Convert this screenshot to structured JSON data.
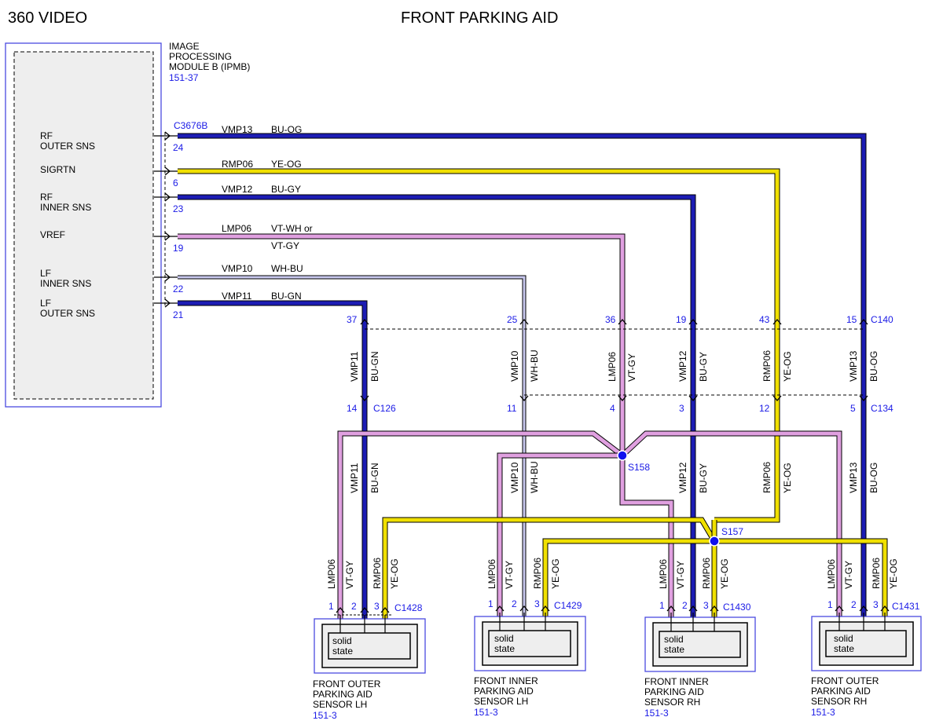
{
  "header": {
    "left_title": "360 VIDEO",
    "center_title": "FRONT PARKING AID"
  },
  "module": {
    "name_lines": [
      "IMAGE",
      "PROCESSING",
      "MODULE B (IPMB)"
    ],
    "ref": "151-37",
    "connector": "C3676B",
    "pins": [
      {
        "label1": "RF",
        "label2": "OUTER SNS",
        "pin": "24"
      },
      {
        "label1": "SIGRTN",
        "label2": "",
        "pin": "6"
      },
      {
        "label1": "RF",
        "label2": "INNER SNS",
        "pin": "23"
      },
      {
        "label1": "VREF",
        "label2": "",
        "pin": "19"
      },
      {
        "label1": "LF",
        "label2": "INNER SNS",
        "pin": "22"
      },
      {
        "label1": "LF",
        "label2": "OUTER SNS",
        "pin": "21"
      }
    ]
  },
  "wires_top": [
    {
      "circuit": "VMP13",
      "color": "BU-OG"
    },
    {
      "circuit": "RMP06",
      "color": "YE-OG"
    },
    {
      "circuit": "VMP12",
      "color": "BU-GY"
    },
    {
      "circuit": "LMP06",
      "color": "VT-WH or",
      "color2": "VT-GY"
    },
    {
      "circuit": "VMP10",
      "color": "WH-BU"
    },
    {
      "circuit": "VMP11",
      "color": "BU-GN"
    }
  ],
  "connector_c140": {
    "name": "C140",
    "pins": [
      "37",
      "25",
      "36",
      "19",
      "43",
      "15"
    ]
  },
  "mid_wires": [
    {
      "circuit": "VMP11",
      "color": "BU-GN"
    },
    {
      "circuit": "VMP10",
      "color": "WH-BU"
    },
    {
      "circuit": "LMP06",
      "color": "VT-GY"
    },
    {
      "circuit": "VMP12",
      "color": "BU-GY"
    },
    {
      "circuit": "RMP06",
      "color": "YE-OG"
    },
    {
      "circuit": "VMP13",
      "color": "BU-OG"
    }
  ],
  "connector_c126": {
    "name": "C126",
    "pin": "14"
  },
  "connector_c134": {
    "name": "C134",
    "pins": [
      "11",
      "4",
      "3",
      "12",
      "5"
    ]
  },
  "low_wires": [
    {
      "circuit": "VMP11",
      "color": "BU-GN"
    },
    {
      "circuit": "VMP10",
      "color": "WH-BU"
    },
    {
      "circuit": "VMP12",
      "color": "BU-GY"
    },
    {
      "circuit": "RMP06",
      "color": "YE-OG"
    },
    {
      "circuit": "VMP13",
      "color": "BU-OG"
    }
  ],
  "splices": [
    {
      "name": "S158"
    },
    {
      "name": "S157"
    }
  ],
  "sensors": [
    {
      "connector": "C1428",
      "pins": [
        "1",
        "2",
        "3"
      ],
      "state": [
        "solid",
        "state"
      ],
      "name_lines": [
        "FRONT OUTER",
        "PARKING AID",
        "SENSOR LH"
      ],
      "ref": "151-3",
      "wires": [
        {
          "circuit": "LMP06",
          "color": "VT-GY"
        },
        {
          "circuit": "RMP06",
          "color": "YE-OG"
        }
      ]
    },
    {
      "connector": "C1429",
      "pins": [
        "1",
        "2",
        "3"
      ],
      "state": [
        "solid",
        "state"
      ],
      "name_lines": [
        "FRONT INNER",
        "PARKING AID",
        "SENSOR LH"
      ],
      "ref": "151-3",
      "wires": [
        {
          "circuit": "LMP06",
          "color": "VT-GY"
        },
        {
          "circuit": "RMP06",
          "color": "YE-OG"
        }
      ]
    },
    {
      "connector": "C1430",
      "pins": [
        "1",
        "2",
        "3"
      ],
      "state": [
        "solid",
        "state"
      ],
      "name_lines": [
        "FRONT INNER",
        "PARKING AID",
        "SENSOR RH"
      ],
      "ref": "151-3",
      "wires": [
        {
          "circuit": "LMP06",
          "color": "VT-GY"
        },
        {
          "circuit": "RMP06",
          "color": "YE-OG"
        }
      ]
    },
    {
      "connector": "C1431",
      "pins": [
        "1",
        "2",
        "3"
      ],
      "state": [
        "solid",
        "state"
      ],
      "name_lines": [
        "FRONT OUTER",
        "PARKING AID",
        "SENSOR RH"
      ],
      "ref": "151-3",
      "wires": [
        {
          "circuit": "LMP06",
          "color": "VT-GY"
        },
        {
          "circuit": "RMP06",
          "color": "YE-OG"
        }
      ]
    }
  ],
  "colors": {
    "blue": "#1c1cb4",
    "yellow": "#f0e000",
    "violet": "#e0a0e0",
    "white_blue": "#c8c8ee",
    "label_blue": "#1a1ae6"
  }
}
